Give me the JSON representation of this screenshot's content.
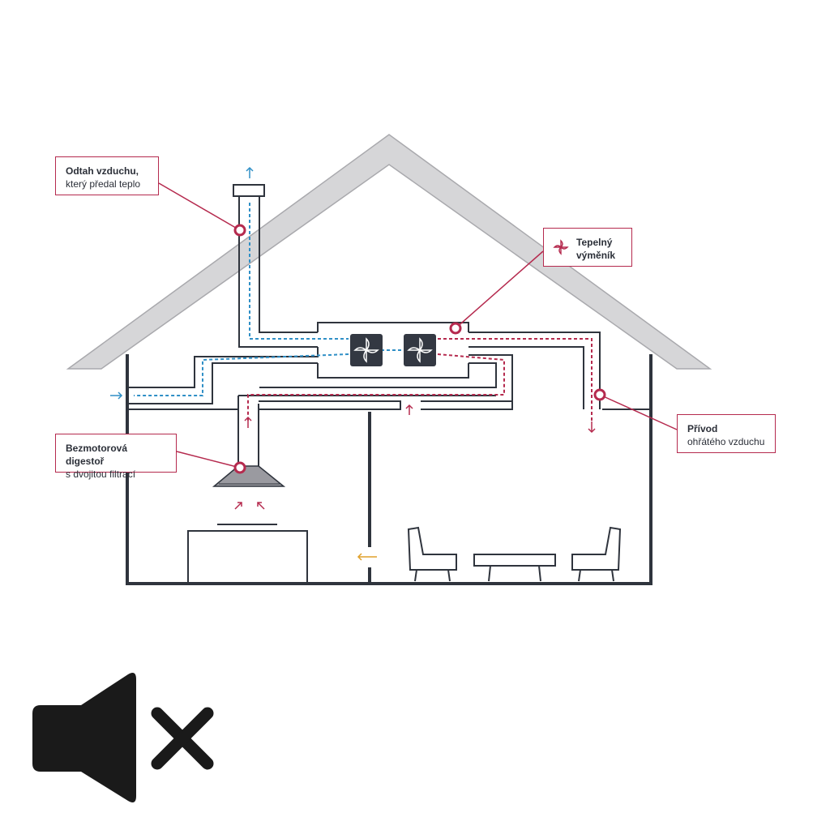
{
  "callouts": {
    "exhaust": {
      "line1": "Odtah vzduchu,",
      "line2": "který předal teplo"
    },
    "exchanger": {
      "line1": "Tepelný",
      "line2": "výměník"
    },
    "supply": {
      "line1": "Přívod",
      "line2": "ohřátého vzduchu"
    },
    "hood": {
      "line1": "Bezmotorová digestoř",
      "line2": "s dvojitou filtrací"
    }
  },
  "colors": {
    "house_outline": "#2f343d",
    "roof_fill": "#d6d6d8",
    "accent": "#b52a4e",
    "cold_air": "#2f8fc6",
    "warm_air": "#b52a4e",
    "fresh_air": "#e0a02a",
    "fan_box": "#333842"
  },
  "icons": {
    "fan": "fan-icon",
    "heat_exchanger": "heat-exchanger-icon",
    "mute": "speaker-muted-icon"
  }
}
